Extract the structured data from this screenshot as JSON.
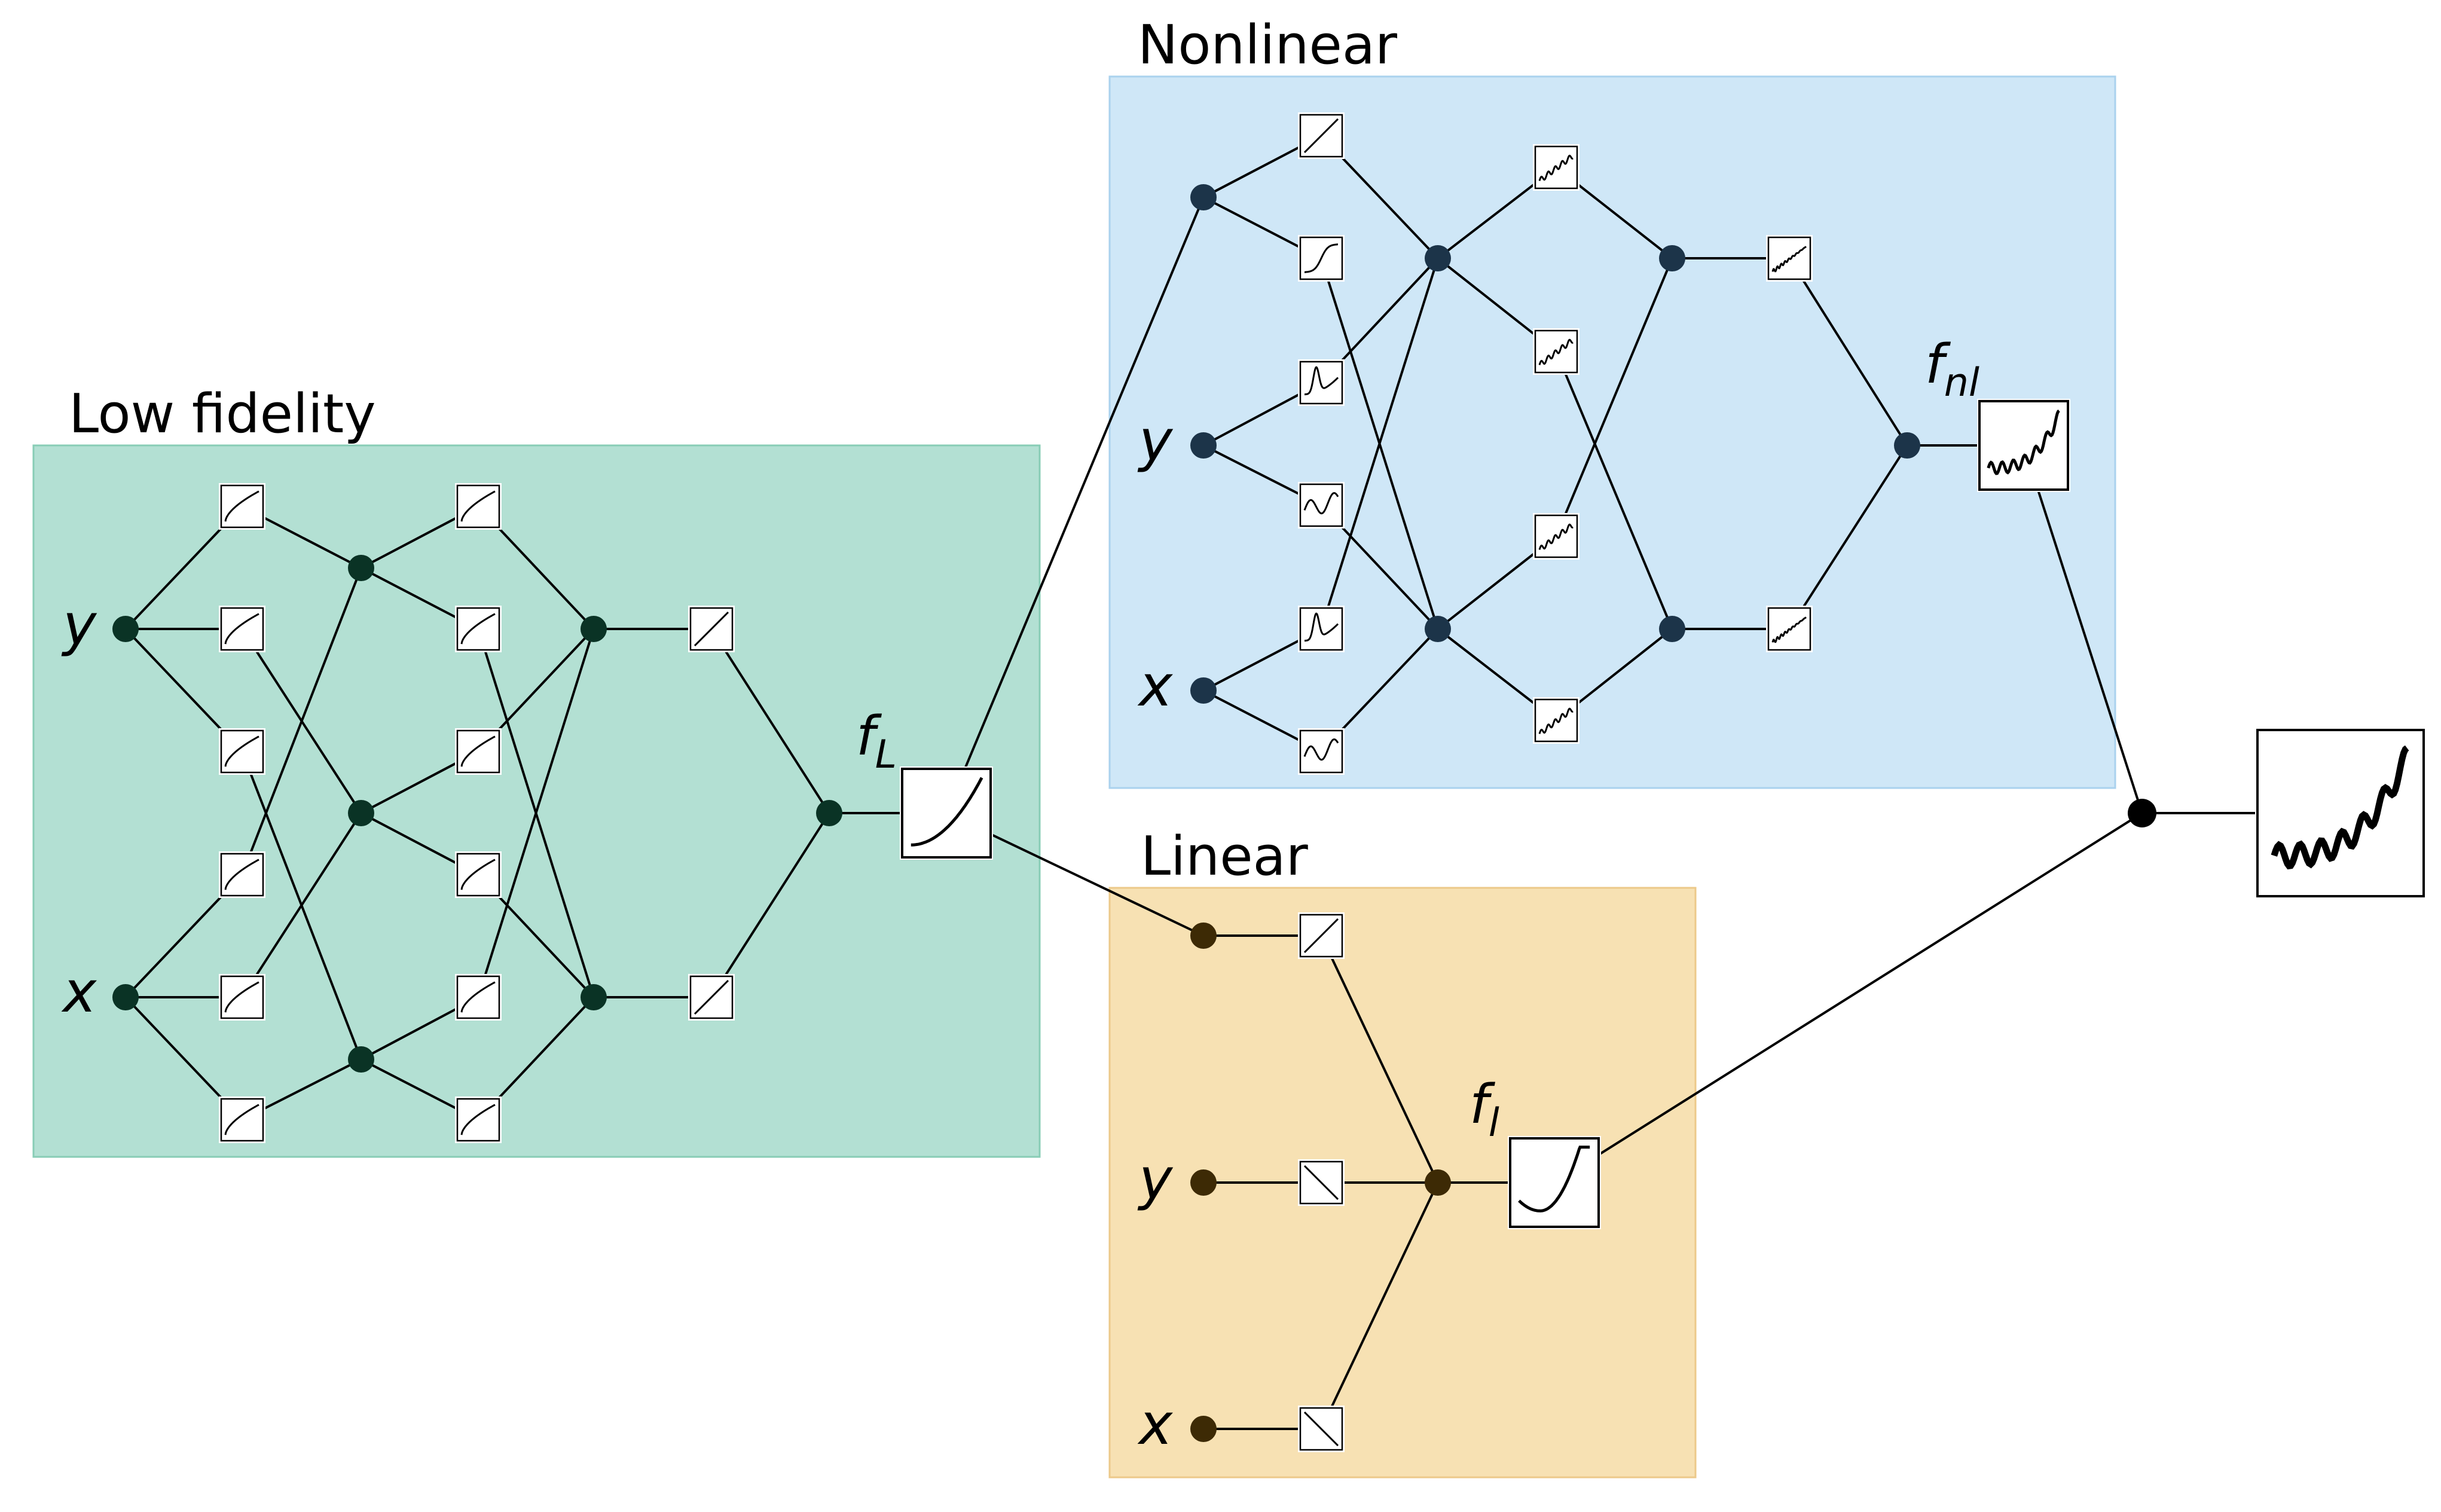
{
  "panels": {
    "low_fidelity": {
      "title": "Low fidelity",
      "color": "#b3e0d3",
      "border": "#88cdb6",
      "node_color": "#0a3325"
    },
    "nonlinear": {
      "title": "Nonlinear",
      "color": "#cfe7f7",
      "border": "#aad2ee",
      "node_color": "#1c3449"
    },
    "linear": {
      "title": "Linear",
      "color": "#f7e1b3",
      "border": "#ecc98a",
      "node_color": "#3d2a05"
    }
  },
  "inputs": {
    "low_fidelity": {
      "y": "y",
      "x": "x"
    },
    "nonlinear": {
      "y": "y",
      "x": "x"
    },
    "linear": {
      "y": "y",
      "x": "x"
    }
  },
  "functions": {
    "f_L": {
      "base": "f",
      "sub": "L"
    },
    "f_nl": {
      "base": "f",
      "sub": "nl"
    },
    "f_l": {
      "base": "f",
      "sub": "l"
    }
  },
  "output_node_color": "#000000",
  "edge_color": "#000000"
}
